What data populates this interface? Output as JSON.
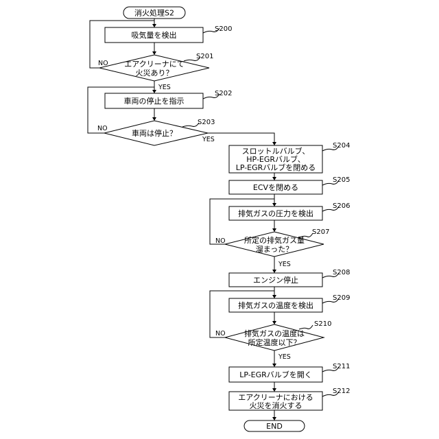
{
  "title": "消火処理S2",
  "end": "END",
  "yes": "YES",
  "no": "NO",
  "steps": {
    "s200": {
      "id": "S200",
      "text": "吸気量を検出"
    },
    "s201": {
      "id": "S201",
      "line1": "エアクリーナにて",
      "line2": "火災あり？"
    },
    "s202": {
      "id": "S202",
      "text": "車両の停止を指示"
    },
    "s203": {
      "id": "S203",
      "text": "車両は停止？"
    },
    "s204": {
      "id": "S204",
      "line1": "スロットルバルブ、",
      "line2": "HP-EGRバルブ、",
      "line3": "LP-EGRバルブを閉める"
    },
    "s205": {
      "id": "S205",
      "text": "ECVを閉める"
    },
    "s206": {
      "id": "S206",
      "text": "排気ガスの圧力を検出"
    },
    "s207": {
      "id": "S207",
      "line1": "所定の排気ガス量",
      "line2": "溜まった？"
    },
    "s208": {
      "id": "S208",
      "text": "エンジン停止"
    },
    "s209": {
      "id": "S209",
      "text": "排気ガスの温度を検出"
    },
    "s210": {
      "id": "S210",
      "line1": "排気ガスの温度は",
      "line2": "所定温度以下？"
    },
    "s211": {
      "id": "S211",
      "text": "LP-EGRバルブを開く"
    },
    "s212": {
      "id": "S212",
      "line1": "エアクリーナにおける",
      "line2": "火災を消火する"
    }
  }
}
